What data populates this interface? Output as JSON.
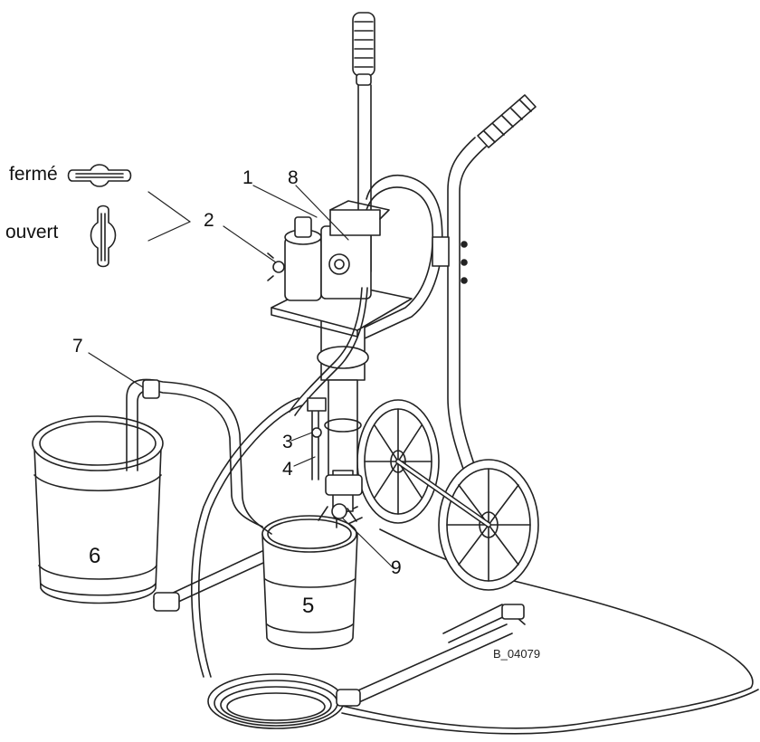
{
  "legend": {
    "closed_label": "fermé",
    "open_label": "ouvert"
  },
  "callouts": {
    "c1": "1",
    "c2": "2",
    "c3": "3",
    "c4": "4",
    "c5": "5",
    "c6": "6",
    "c7": "7",
    "c8": "8",
    "c9": "9"
  },
  "figure_code": "B_04079"
}
